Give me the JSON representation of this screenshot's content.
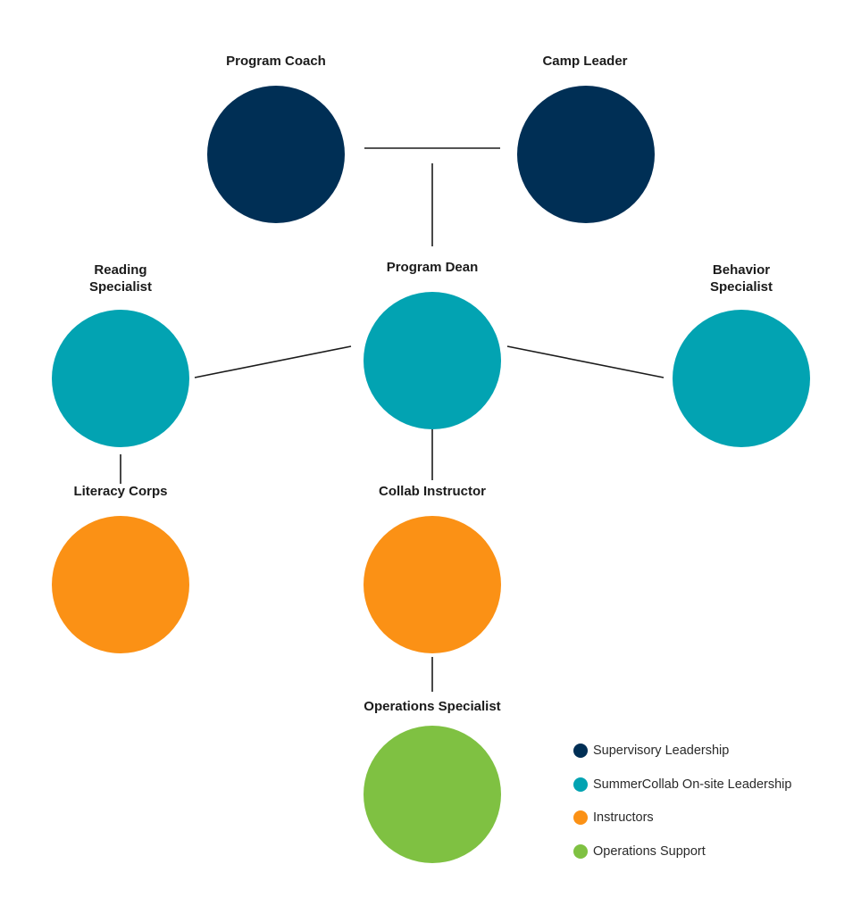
{
  "colors": {
    "supervisory": "#002f55",
    "onsite": "#02a3b2",
    "instructors": "#fb9115",
    "operations": "#7fc142",
    "connector": "#1b1b1b"
  },
  "nodes": {
    "program_coach": {
      "label": "Program Coach",
      "category": "supervisory"
    },
    "camp_leader": {
      "label": "Camp Leader",
      "category": "supervisory"
    },
    "reading_specialist": {
      "label": "Reading\nSpecialist",
      "category": "onsite"
    },
    "program_dean": {
      "label": "Program Dean",
      "category": "onsite"
    },
    "behavior_specialist": {
      "label": "Behavior\nSpecialist",
      "category": "onsite"
    },
    "literacy_corps": {
      "label": "Literacy Corps",
      "category": "instructors"
    },
    "collab_instructor": {
      "label": "Collab Instructor",
      "category": "instructors"
    },
    "operations_specialist": {
      "label": "Operations Specialist",
      "category": "operations"
    }
  },
  "edges": [
    [
      "program_coach",
      "camp_leader"
    ],
    [
      "program_coach",
      "program_dean"
    ],
    [
      "program_dean",
      "reading_specialist"
    ],
    [
      "program_dean",
      "behavior_specialist"
    ],
    [
      "reading_specialist",
      "literacy_corps"
    ],
    [
      "program_dean",
      "collab_instructor"
    ],
    [
      "collab_instructor",
      "operations_specialist"
    ]
  ],
  "legend": [
    {
      "label": "Supervisory Leadership",
      "category": "supervisory"
    },
    {
      "label": "SummerCollab On-site Leadership",
      "category": "onsite"
    },
    {
      "label": "Instructors",
      "category": "instructors"
    },
    {
      "label": "Operations Support",
      "category": "operations"
    }
  ]
}
